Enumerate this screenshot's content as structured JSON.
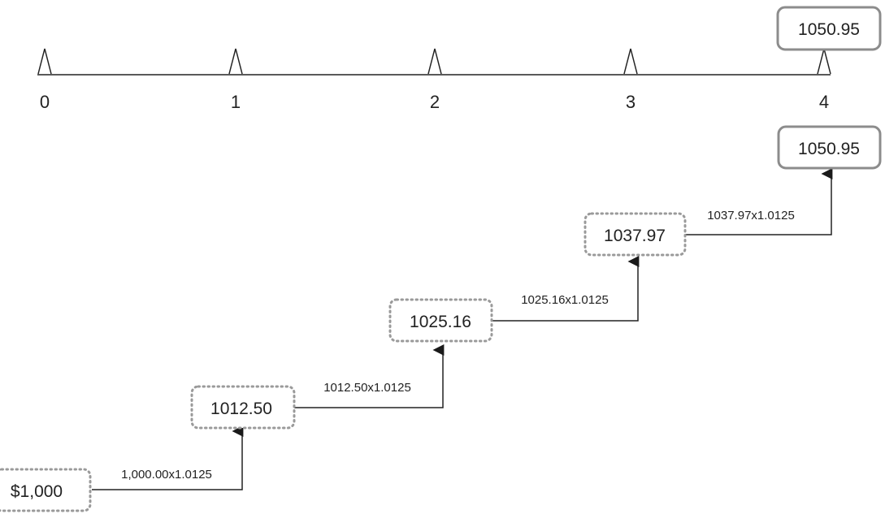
{
  "timeline": {
    "periods": [
      "0",
      "1",
      "2",
      "3",
      "4"
    ]
  },
  "final_value_top": "1050.95",
  "steps": [
    {
      "value": "$1,000",
      "calc": "1,000.00x1.0125"
    },
    {
      "value": "1012.50",
      "calc": "1012.50x1.0125"
    },
    {
      "value": "1025.16",
      "calc": "1025.16x1.0125"
    },
    {
      "value": "1037.97",
      "calc": "1037.97x1.0125"
    }
  ],
  "final_value": "1050.95",
  "colors": {
    "line": "#222222",
    "solid_box_border": "#8c8c8c",
    "dotted_box_border": "#9a9a9a",
    "arrow": "#1a1a1a"
  }
}
